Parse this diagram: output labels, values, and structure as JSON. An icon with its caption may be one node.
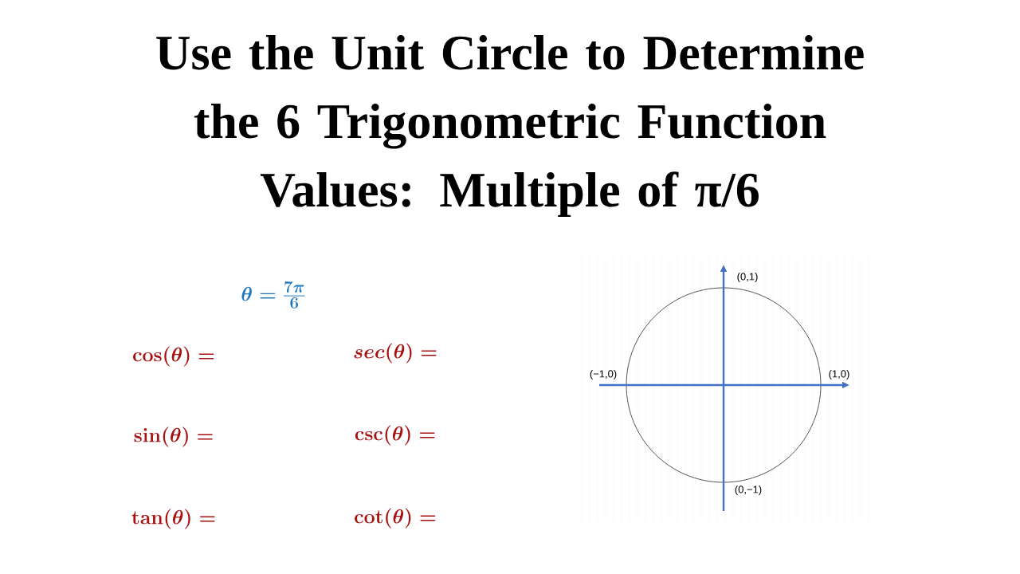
{
  "diagram": {
    "title": "Use the Unit Circle to Determine the 6 Trigonometric Function Values: Multiple of π/6",
    "labels": [
      "\\theta = \\frac{7\\pi}{6}",
      "\\mathbf{cos}(\\theta) =",
      "sec(\\theta) =",
      "\\mathbf{sin}(\\theta) =",
      "\\mathbf{csc}(\\theta) =",
      "\\mathbf{tan}(\\theta) =",
      "\\mathbf{cot}(\\theta) =",
      "(0,1)",
      "(−1,0)",
      "(1,0)",
      "(0,−1)"
    ]
  }
}
